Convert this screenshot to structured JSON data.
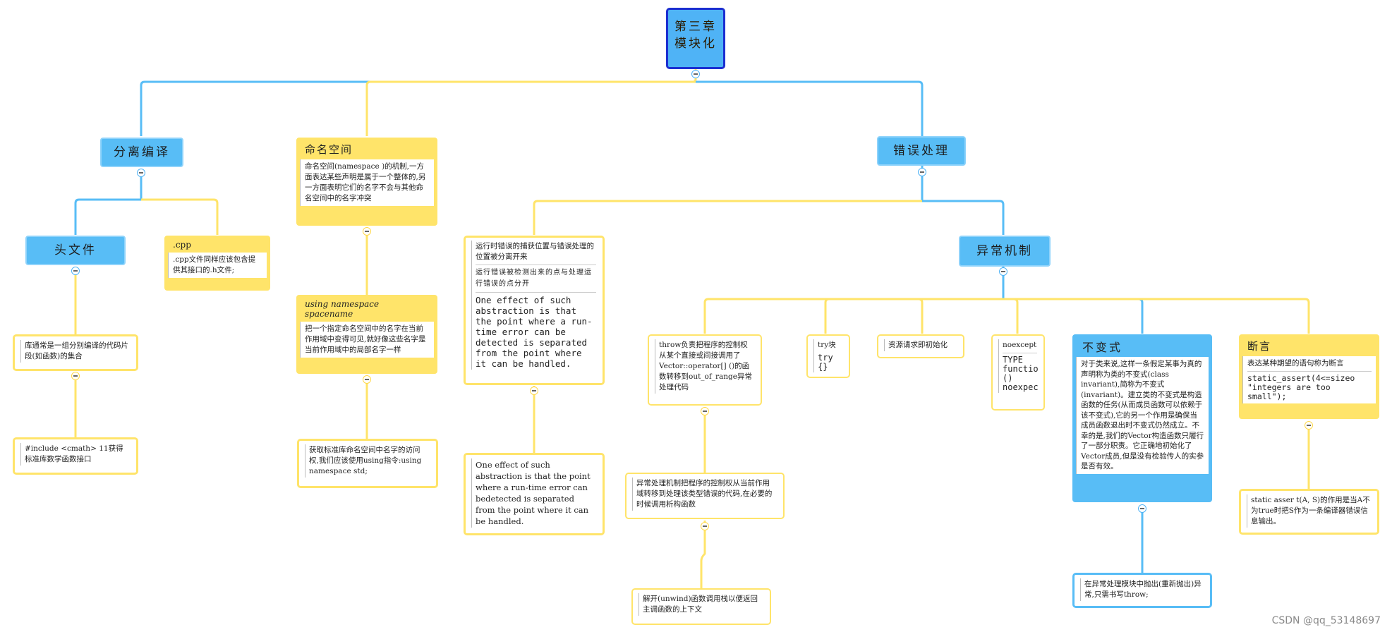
{
  "root": {
    "line1": "第三章",
    "line2": "模块化"
  },
  "branches": {
    "separate_compile": {
      "title": "分离编译",
      "header_file": {
        "title": "头文件",
        "library": "库通常是一组分别编译的代码片段(如函数)的集合",
        "include": "#include <cmath> 11获得标准库数学函数接口"
      },
      "cpp": {
        "title": ".cpp",
        "body": ".cpp文件同样应该包含提供其接口的.h文件;"
      }
    },
    "namespace": {
      "title": "命名空间",
      "body": "命名空间(namespace )的机制,一方面表达某些声明是属于一个整体的,另一方面表明它们的名字不会与其他命名空间中的名字冲突",
      "using": {
        "title": "using namespace spacename",
        "body": "把一个指定命名空间中的名字在当前作用域中变得可见,就好像这些名字是当前作用域中的局部名字一样"
      },
      "access": "获取标准库命名空间中名字的访问权,我们应该使用using指令:using namespace std;"
    },
    "errors": {
      "title": "错误处理",
      "separate": {
        "line1": "运行时错误的捕获位置与错误处理的位置被分离开来",
        "line2": "运行错误被检测出来的点与处理运行错误的点分开",
        "quote": "One effect of such abstraction is that the point where a run-time error can be detected is separated from the point where it can be handled.",
        "quote2": "One effect of such abstraction is that the point where a run-time error can bedetected is separated from the point where it can be handled."
      },
      "exceptions": {
        "title": "异常机制",
        "throw": "throw负责把程序的控制权从某个直接或间接调用了Vector::operator[] ()的函数转移到out_of_range异常处理代码",
        "handler": "异常处理机制把程序的控制权从当前作用域转移到处理该类型错误的代码,在必要的时候调用析构函数",
        "unwind": "解开(unwind)函数调用栈以便返回主调函数的上下文",
        "try": {
          "title": "try块",
          "code": "try {}"
        },
        "raii": "资源请求即初始化",
        "noexcept": {
          "title": "noexcept",
          "code1": "TYPE",
          "code2": "functio",
          "code3": "()",
          "code4": "noexpec"
        },
        "invariant": {
          "title": "不变式",
          "body": "对于类来说,这样一条假定某事为真的声明称为类的不变式(class invariant),简称为不变式(invariant)。建立类的不变式是构造函数的任务(从而成员函数可以依赖于该不变式),它的另一个作用是确保当成员函数退出时不变式仍然成立。不幸的是,我们的Vector构造函数只履行了一部分职责。它正确地初始化了Vector成员,但是没有检验传人的实参是否有效。",
          "rethrow": "在异常处理模块中抛出(重新抛出)异常,只需书写throw;"
        },
        "assert": {
          "title": "断言",
          "body": "表达某种期望的语句称为断言",
          "code": "static_assert(4<=sizeo \"integers are too small\");",
          "static": "static asser t(A, S)的作用是当A不为true时把S作为一条编译器错误信息输出。"
        }
      }
    }
  },
  "watermark": "CSDN @qq_53148697",
  "colors": {
    "blue": "#4fb3f6",
    "yellow": "#ffe46a",
    "root_border": "#1b2fd1"
  }
}
